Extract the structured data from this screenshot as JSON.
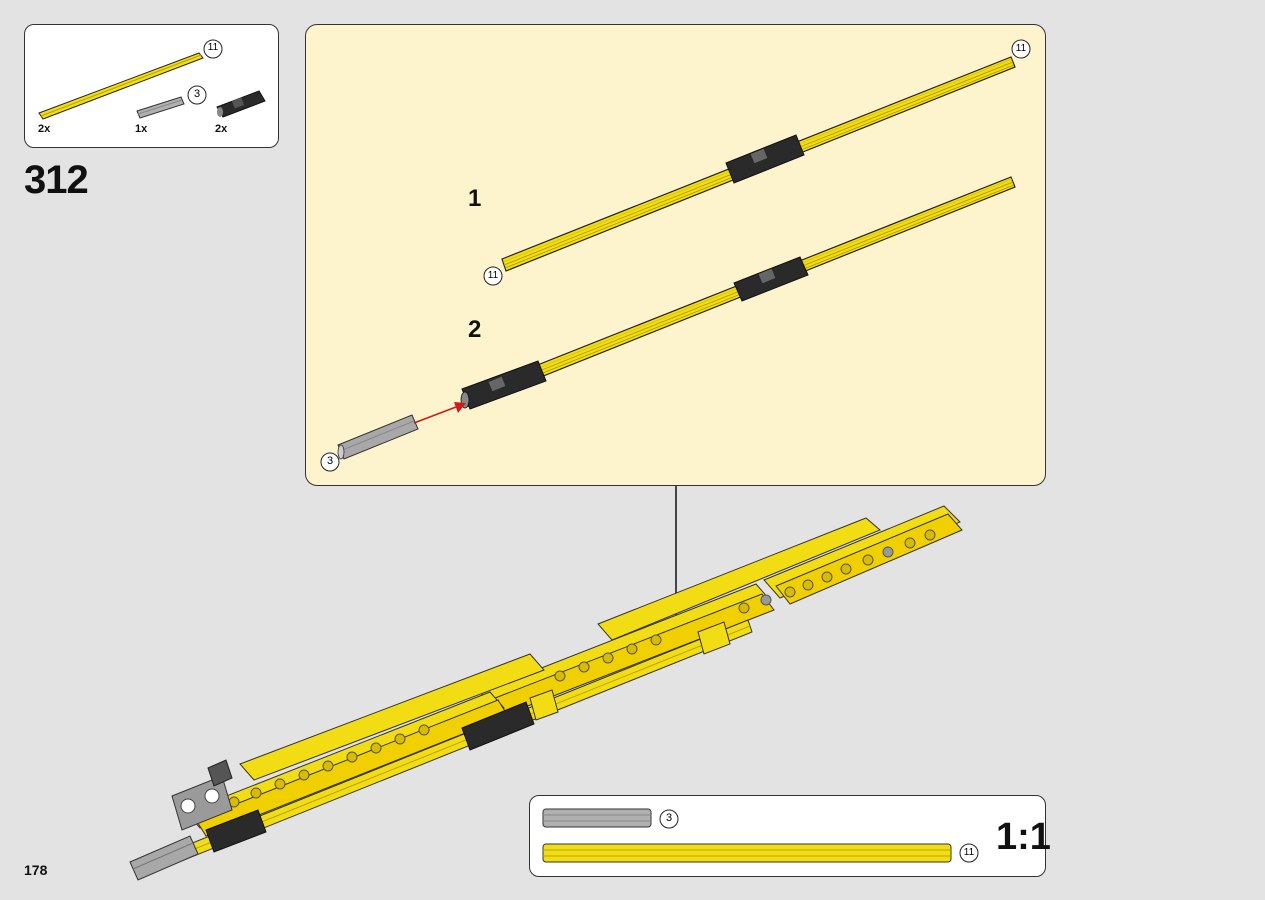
{
  "step": {
    "number": "312"
  },
  "parts_list": [
    {
      "part": "yellow-axle",
      "length_label": "11",
      "quantity": "2x",
      "color": "#f2dd14"
    },
    {
      "part": "gray-axle",
      "length_label": "3",
      "quantity": "1x",
      "color": "#a8a8a8"
    },
    {
      "part": "black-connector",
      "quantity": "2x",
      "color": "#2a2a2a"
    }
  ],
  "substeps": [
    {
      "label": "1"
    },
    {
      "label": "2"
    }
  ],
  "callouts": {
    "axle_11_top": "11",
    "axle_11_bottom": "11",
    "axle_3": "3"
  },
  "scale": {
    "label": "1:1",
    "items": [
      {
        "part": "gray-axle",
        "length_label": "3"
      },
      {
        "part": "yellow-axle",
        "length_label": "11"
      }
    ]
  },
  "page": {
    "number": "178"
  },
  "colors": {
    "yellow": "#f2dd14",
    "gray": "#a8a8a8",
    "black": "#2a2a2a",
    "callout_bg": "#fdf3cc",
    "arrow_red": "#d11a1a"
  }
}
